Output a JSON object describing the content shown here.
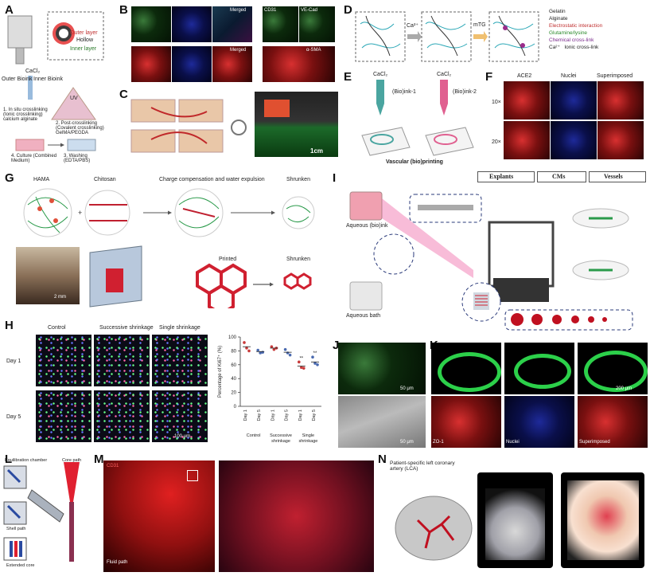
{
  "labels": {
    "A": "A",
    "B": "B",
    "C": "C",
    "D": "D",
    "E": "E",
    "F": "F",
    "G": "G",
    "H": "H",
    "I": "I",
    "J": "J",
    "K": "K",
    "L": "L",
    "M": "M",
    "N": "N"
  },
  "panelA": {
    "outer_layer": "Outer layer",
    "hollow": "Hollow",
    "inner_layer": "Inner layer",
    "cacl2": "CaCl₂",
    "outer_bioink": "Outer Bioink",
    "inner_bioink": "Inner Bioink",
    "uv": "UV",
    "step1": "1. In situ crosslinking (Ionic crosslinking) calcium alginate",
    "step2": "2. Post-crosslinking (Covalent crosslinking) GelMA/PEGDA",
    "step3": "3. Washing (EDTA/PBS)",
    "step4": "4. Culture (Combined Medium)"
  },
  "panelB": {
    "merged": "Merged",
    "merged2": "Merged",
    "cd31": "CD31",
    "vecad": "VE-Cad",
    "asma": "α-SMA"
  },
  "panelC": {
    "scale": "1cm"
  },
  "panelD": {
    "ca": "Ca²⁺",
    "mtg": "mTG",
    "legend": [
      "Gelatin",
      "Alginate",
      "Electrostatic interaction",
      "Glutamine/lysine",
      "Chemical cross-link",
      "Ca²⁺",
      "Ionic cross-link"
    ]
  },
  "panelE": {
    "cacl2a": "CaCl₂",
    "cacl2b": "CaCl₂",
    "ink1": "(Bio)ink-1",
    "ink2": "(Bio)ink-2",
    "caption": "Vascular (bio)printing"
  },
  "panelF": {
    "ace2": "ACE2",
    "nuclei": "Nuclei",
    "superimposed": "Superimposed",
    "mag10": "10×",
    "mag20": "20×"
  },
  "panelG": {
    "hama": "HAMA",
    "chitosan": "Chitosan",
    "charge": "Charge compensation and water expulsion",
    "shrunken": "Shrunken",
    "scale": "2 mm",
    "printed": "Printed",
    "shrunken2": "Shrunken"
  },
  "panelH": {
    "cols": [
      "Control",
      "Successive shrinkage",
      "Single shrinkage"
    ],
    "rows": [
      "Day 1",
      "Day 5"
    ],
    "scale": "100 μm"
  },
  "chart_data": {
    "type": "scatter",
    "ylabel": "Percentage of Ki67⁺ (%)",
    "ylim": [
      0,
      100
    ],
    "yticks": [
      0,
      20,
      40,
      60,
      80,
      100
    ],
    "categories": [
      "Day 1",
      "Day 5",
      "Day 1",
      "Day 5",
      "Day 1",
      "Day 5"
    ],
    "groups": [
      "Control",
      "Successive shrinkage",
      "Single shrinkage"
    ],
    "means": [
      86,
      79,
      84,
      78,
      58,
      64
    ],
    "points": [
      [
        92,
        84,
        80
      ],
      [
        81,
        77,
        78
      ],
      [
        86,
        82,
        84
      ],
      [
        82,
        77,
        74
      ],
      [
        64,
        56,
        55
      ],
      [
        71,
        62,
        60
      ]
    ],
    "annotations": [
      "",
      "",
      "",
      "",
      "**",
      "**"
    ]
  },
  "panelI": {
    "headers": [
      "Explants",
      "CMs",
      "Vessels"
    ],
    "aqueous_bioink": "Aqueous (bio)ink",
    "aqueous_bath": "Aqueous bath"
  },
  "panelJ": {
    "scale1": "50 μm",
    "scale2": "50 μm"
  },
  "panelK": {
    "scale": "200 μm",
    "zo1": "ZO-1",
    "nuclei": "Nuclei",
    "superimposed": "Superimposed"
  },
  "panelL": {
    "equil": "Equilibration chamber",
    "core": "Core path",
    "shell": "Shell path",
    "extended": "Extended core"
  },
  "panelM": {
    "cd31": "CD31",
    "fluid": "Fluid path"
  },
  "panelN": {
    "title": "Patient-specific left coronary artery (LCA)"
  }
}
